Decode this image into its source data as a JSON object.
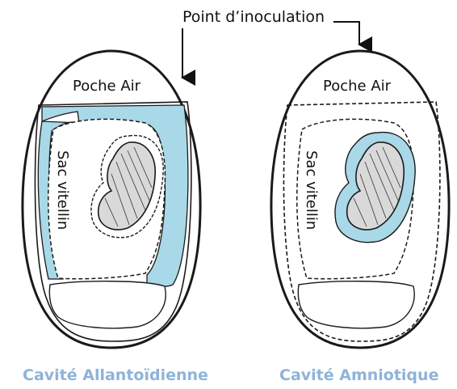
{
  "title": "Point d’inoculation",
  "colors": {
    "fluid": "#a9d8e8",
    "outline": "#1a1a1a",
    "caption": "#8fb3d9"
  },
  "left_egg": {
    "air_label": "Poche Air",
    "yolk_label": "Sac vitellin",
    "caption": "Cavité Allantoïdienne"
  },
  "right_egg": {
    "air_label": "Poche Air",
    "yolk_label": "Sac vitellin",
    "caption": "Cavité Amniotique"
  }
}
